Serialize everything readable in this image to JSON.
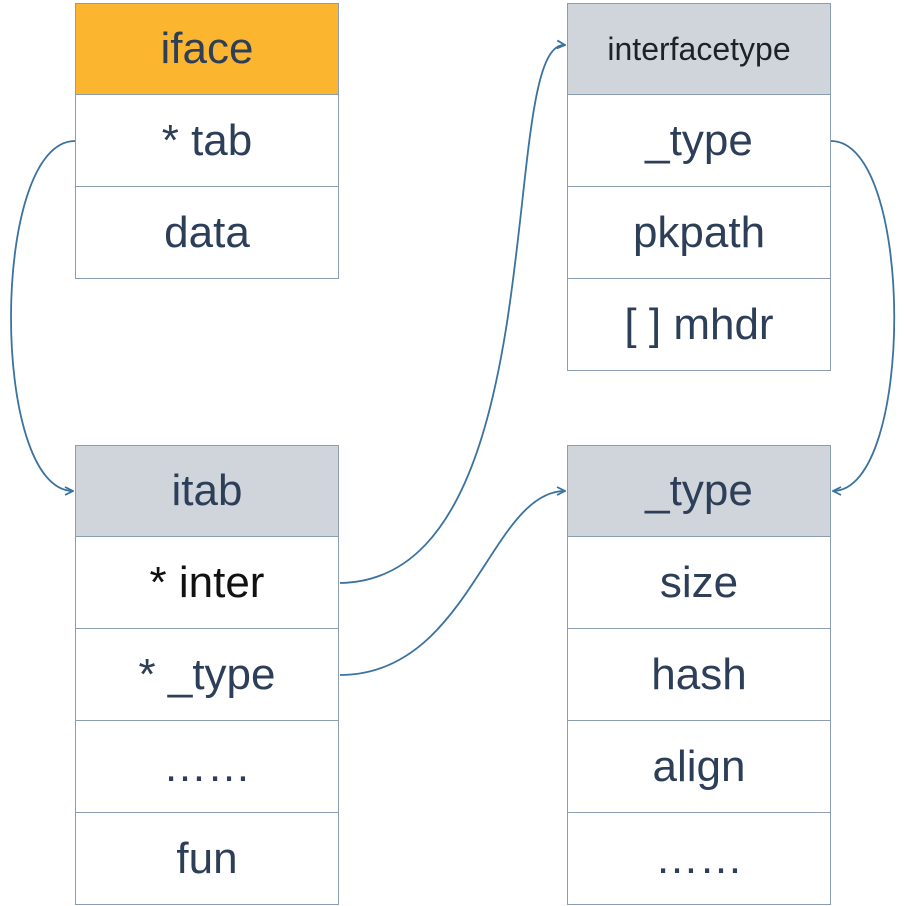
{
  "colors": {
    "header_accent": "#fbb52f",
    "header_gray": "#d0d4db",
    "border": "#8b9db1",
    "text": "#2d3f58",
    "arrow": "#3a72a0"
  },
  "iface": {
    "title": "iface",
    "fields": [
      "* tab",
      "data"
    ]
  },
  "itab": {
    "title": "itab",
    "fields": [
      "* inter",
      "* _type",
      "……",
      "fun"
    ]
  },
  "interfacetype": {
    "title": "interfacetype",
    "fields": [
      "_type",
      "pkpath",
      "[ ] mhdr"
    ]
  },
  "type_struct": {
    "title": "_type",
    "fields": [
      "size",
      "hash",
      "align",
      "……"
    ]
  }
}
